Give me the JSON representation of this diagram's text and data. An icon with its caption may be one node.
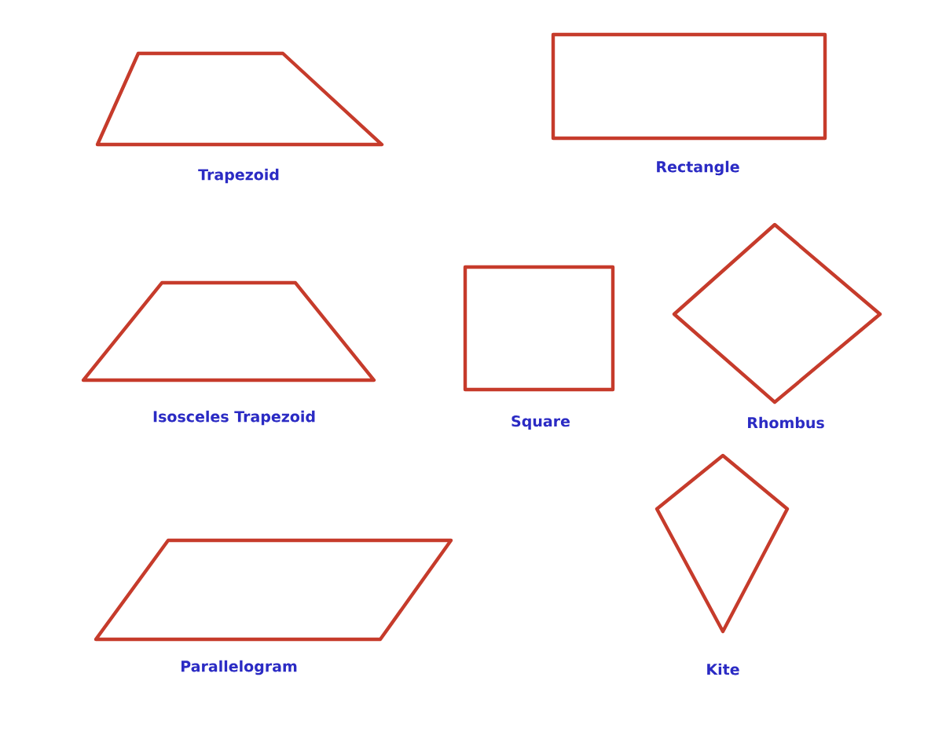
{
  "diagram": {
    "nodes": [
      {
        "text": [
          "Trapezoid"
        ]
      },
      {
        "text": [
          "Rectangle"
        ]
      },
      {
        "text": [
          "Isosceles Trapezoid"
        ]
      },
      {
        "text": [
          "Square"
        ]
      },
      {
        "text": [
          "Rhombus"
        ]
      },
      {
        "text": [
          "Parallelogram"
        ]
      },
      {
        "text": [
          "Kite"
        ]
      }
    ]
  }
}
